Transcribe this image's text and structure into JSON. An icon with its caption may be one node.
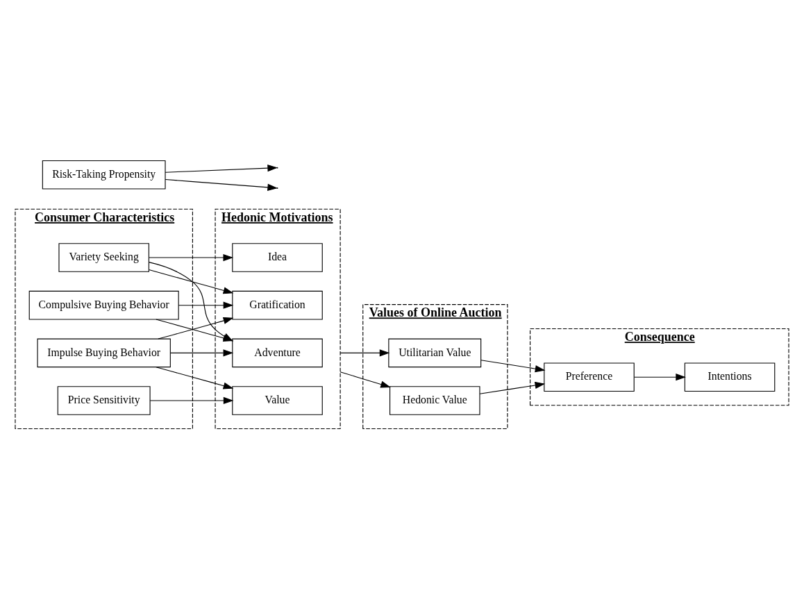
{
  "diagram": {
    "nodes": [
      {
        "text": [
          "Consumer Characteristics"
        ]
      },
      {
        "text": [
          "Compulsive Buying Behavior"
        ],
        "in": 0
      },
      {
        "text": [
          "Impulse Buying Behavior"
        ],
        "in": 0
      },
      {
        "text": [
          "Variety Seeking"
        ],
        "in": 0
      },
      {
        "text": [
          "Price Sensitivity"
        ],
        "in": 0
      },
      {
        "text": [
          "Hedonic Motivations"
        ]
      },
      {
        "text": [
          "Adventure"
        ],
        "in": 5
      },
      {
        "text": [
          "Gratification"
        ],
        "in": 5
      },
      {
        "text": [
          "Value"
        ],
        "in": 5
      },
      {
        "text": [
          "Idea"
        ],
        "in": 5
      },
      {
        "text": [
          "Values of Online Auction"
        ]
      },
      {
        "text": [
          "Risk-Taking Propensity"
        ]
      },
      {
        "text": [
          "Utilitarian Value"
        ],
        "in": 10
      },
      {
        "text": [
          "Hedonic Value"
        ],
        "in": 10
      },
      {
        "text": [
          "Consequence"
        ]
      },
      {
        "text": [
          "Preference"
        ],
        "in": 14
      },
      {
        "text": [
          "Intentions"
        ],
        "in": 14
      }
    ],
    "edges": [
      {
        "from": 1,
        "to": 6,
        "arrow": "to"
      },
      {
        "from": 1,
        "to": 7,
        "arrow": "to"
      },
      {
        "from": 2,
        "to": 6,
        "arrow": "to"
      },
      {
        "from": 2,
        "to": 7,
        "arrow": "to"
      },
      {
        "from": 2,
        "to": 8,
        "arrow": "to"
      },
      {
        "from": 3,
        "to": 6,
        "arrow": "to"
      },
      {
        "from": 3,
        "to": 7,
        "arrow": "to"
      },
      {
        "from": 3,
        "to": 9,
        "arrow": "to"
      },
      {
        "from": 4,
        "to": 8,
        "arrow": "to"
      },
      {
        "from": 11,
        "to": null,
        "arrow": "to"
      },
      {
        "from": 11,
        "to": null,
        "arrow": "to"
      },
      {
        "from": 5,
        "to": 12,
        "arrow": "to"
      },
      {
        "from": 5,
        "to": 13,
        "arrow": "to"
      },
      {
        "from": 12,
        "to": 15,
        "arrow": "to"
      },
      {
        "from": 13,
        "to": 15,
        "arrow": "to"
      },
      {
        "from": 15,
        "to": 16,
        "arrow": "to"
      }
    ]
  }
}
